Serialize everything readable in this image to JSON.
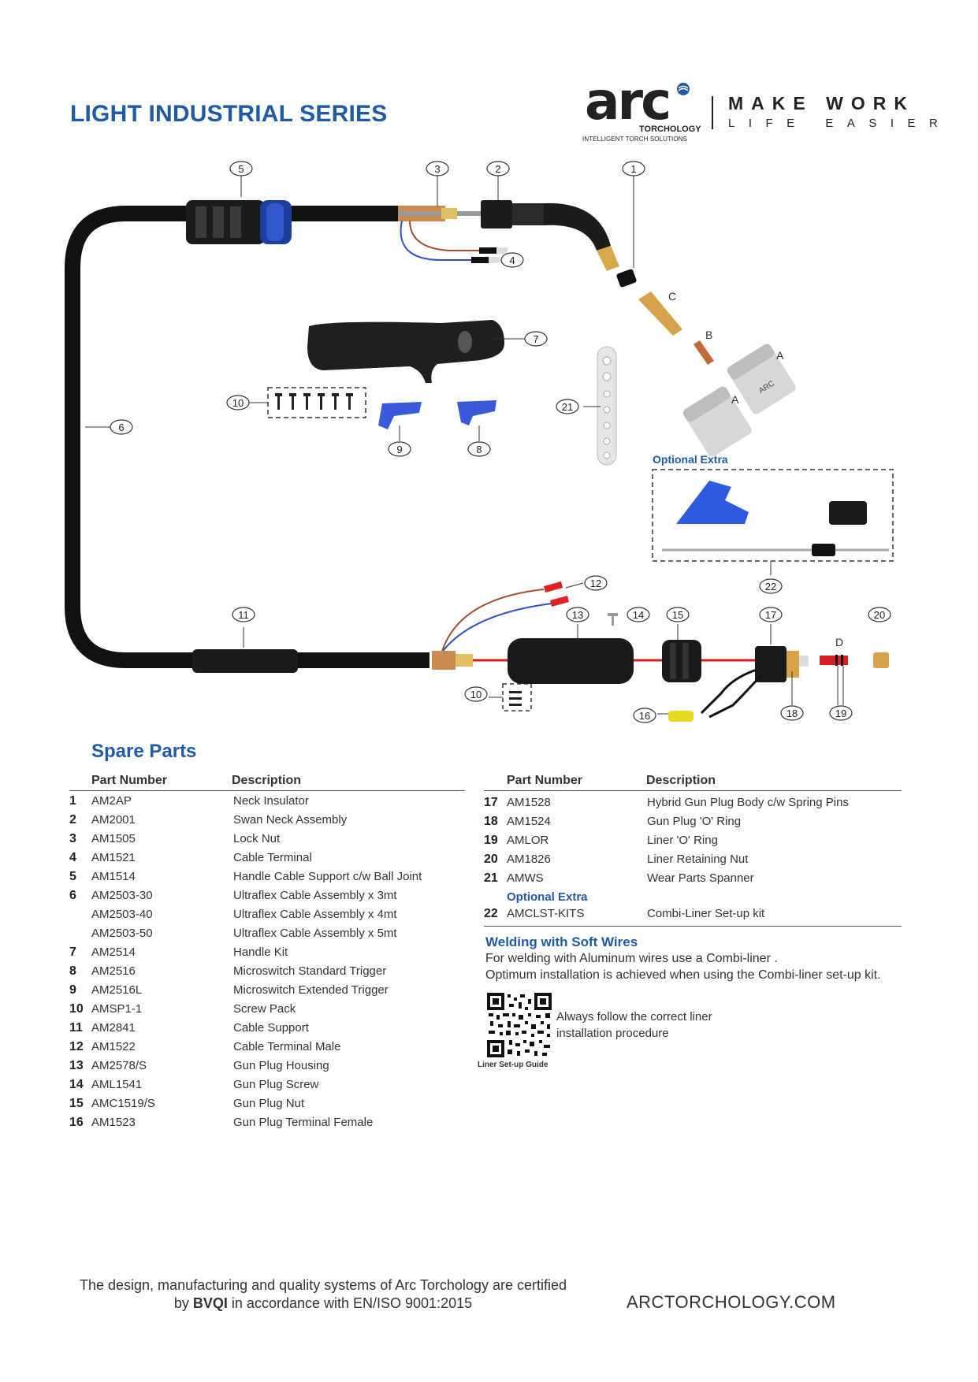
{
  "header": {
    "series_title": "LIGHT INDUSTRIAL SERIES",
    "logo_word": "arc",
    "logo_sub1": "TORCHOLOGY",
    "logo_sub2": "INTELLIGENT TORCH SOLUTIONS",
    "slogan_line1": "MAKE WORK",
    "slogan_line2": "LIFE EASIER"
  },
  "diagram": {
    "callouts": [
      "1",
      "2",
      "3",
      "4",
      "5",
      "6",
      "7",
      "8",
      "9",
      "10",
      "10",
      "11",
      "12",
      "13",
      "14",
      "15",
      "16",
      "17",
      "18",
      "19",
      "20",
      "21",
      "22"
    ],
    "letters": [
      "A",
      "A",
      "B",
      "C",
      "D"
    ],
    "optional_extra_label": "Optional Extra",
    "nozzle_text": "ARC",
    "colors": {
      "blue": "#1f5aa6",
      "cable": "#111111",
      "copper": "#c98b4e",
      "red": "#d62020",
      "yellow": "#e8d823"
    }
  },
  "spare_parts": {
    "title": "Spare Parts",
    "col_part": "Part Number",
    "col_desc": "Description",
    "left_rows": [
      {
        "num": "1",
        "pn": "AM2AP",
        "desc": "Neck Insulator"
      },
      {
        "num": "2",
        "pn": "AM2001",
        "desc": "Swan Neck Assembly"
      },
      {
        "num": "3",
        "pn": "AM1505",
        "desc": "Lock Nut"
      },
      {
        "num": "4",
        "pn": "AM1521",
        "desc": "Cable Terminal"
      },
      {
        "num": "5",
        "pn": "AM1514",
        "desc": "Handle Cable Support c/w Ball Joint"
      },
      {
        "num": "6",
        "pn": "AM2503-30",
        "desc": "Ultraflex Cable Assembly x 3mt"
      },
      {
        "num": "",
        "pn": "AM2503-40",
        "desc": "Ultraflex Cable Assembly x 4mt"
      },
      {
        "num": "",
        "pn": "AM2503-50",
        "desc": "Ultraflex Cable Assembly x 5mt"
      },
      {
        "num": "7",
        "pn": "AM2514",
        "desc": "Handle Kit"
      },
      {
        "num": "8",
        "pn": "AM2516",
        "desc": "Microswitch Standard Trigger"
      },
      {
        "num": "9",
        "pn": "AM2516L",
        "desc": "Microswitch Extended Trigger"
      },
      {
        "num": "10",
        "pn": "AMSP1-1",
        "desc": "Screw Pack"
      },
      {
        "num": "11",
        "pn": "AM2841",
        "desc": "Cable Support"
      },
      {
        "num": "12",
        "pn": "AM1522",
        "desc": "Cable Terminal Male"
      },
      {
        "num": "13",
        "pn": "AM2578/S",
        "desc": "Gun Plug Housing"
      },
      {
        "num": "14",
        "pn": "AML1541",
        "desc": "Gun Plug Screw"
      },
      {
        "num": "15",
        "pn": "AMC1519/S",
        "desc": "Gun Plug Nut"
      },
      {
        "num": "16",
        "pn": "AM1523",
        "desc": "Gun Plug Terminal Female"
      }
    ],
    "right_rows": [
      {
        "num": "17",
        "pn": "AM1528",
        "desc": "Hybrid Gun Plug Body c/w Spring Pins"
      },
      {
        "num": "18",
        "pn": "AM1524",
        "desc": "Gun Plug 'O' Ring"
      },
      {
        "num": "19",
        "pn": "AMLOR",
        "desc": "Liner 'O' Ring"
      },
      {
        "num": "20",
        "pn": "AM1826",
        "desc": "Liner Retaining Nut"
      },
      {
        "num": "21",
        "pn": "AMWS",
        "desc": "Wear Parts Spanner"
      }
    ],
    "optional_label": "Optional Extra",
    "optional_row": {
      "num": "22",
      "pn": "AMCLST-KITS",
      "desc": "Combi-Liner Set-up kit"
    }
  },
  "soft_wires": {
    "title": "Welding with Soft Wires",
    "line1": "For welding with Aluminum wires use a Combi-liner .",
    "line2": "Optimum installation is achieved when using the Combi-liner set-up kit.",
    "qr_note_line1": "Always follow the correct liner",
    "qr_note_line2": "installation procedure",
    "qr_caption": "Liner Set-up Guide"
  },
  "footer": {
    "cert_line1": "The design, manufacturing and quality systems of Arc Torchology are certified",
    "cert_line2_pre": "by ",
    "cert_line2_bold": "BVQI",
    "cert_line2_post": " in accordance with EN/ISO 9001:2015",
    "website": "ARCTORCHOLOGY.COM"
  }
}
